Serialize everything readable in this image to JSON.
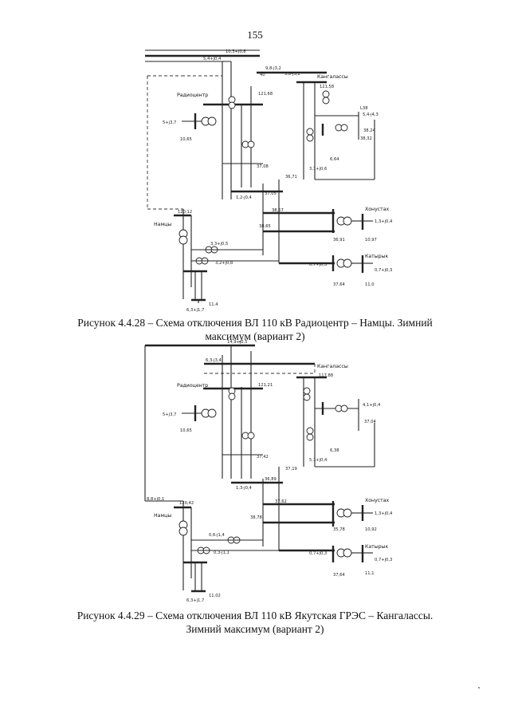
{
  "page_number": "155",
  "figures": [
    {
      "caption_line1": "Рисунок 4.4.28 – Схема отключения ВЛ 110 кВ Радиоцентр – Намцы. Зимний",
      "caption_line2": "максимум (вариант 2)",
      "labels": {
        "radiocenter": "Радиоцентр",
        "kangalassy": "Кангалассы",
        "namtsy": "Намцы",
        "khonustakh": "Хонустах",
        "katyryk": "Катырык"
      },
      "values": {
        "top_flow_1": "10,3+j0,8",
        "top_flow_2": "5,4+j0,4",
        "line_flow_a": "9,8-j3,2",
        "line_flow_b": "9,8-j3,2",
        "n40": "40",
        "kang_v": "121,58",
        "rad_v": "121,68",
        "rad_load": "5+j3,7",
        "rad_small": "10,65",
        "l38": "L38",
        "kang_load": "5,4-j4,3",
        "kang_v2": "38,24",
        "kang_v3": "38,32",
        "kang_low": "6,64",
        "kang_s": "3,1+j0,6",
        "v_37": "37,08",
        "v_36": "36,71",
        "v_37b": "37,05",
        "flow_mid": "1,2-j0,4",
        "v_38": "38,57",
        "v_38b": "38,65",
        "khon_load": "1,3+j0,4",
        "khon_v": "10,97",
        "khon_v2": "36,91",
        "namtsy_v": "120,12",
        "katyr_load": "0,7+j0,3",
        "katyr_v": "37,64",
        "katyr_low": "11,0",
        "nam_flow": "3,3+j0,5",
        "nam_flow2": "3,2+j0,8",
        "nam_load": "6,3+j1,7",
        "nam_v": "11,4",
        "flow_bot": "0,7+j0,3"
      }
    },
    {
      "caption_line1": "Рисунок 4.4.29 – Схема отключения ВЛ 110 кВ Якутская ГРЭС – Кангалассы.",
      "caption_line2": "Зимний максимум (вариант 2)",
      "labels": {
        "radiocenter": "Радиоцентр",
        "kangalassy": "Кангалассы",
        "namtsy": "Намцы",
        "khonustakh": "Хонустах",
        "katyryk": "Катырык"
      },
      "values": {
        "top_flow_1": "14,9+j2,5",
        "top_flow_2": "6,3-j3,4",
        "kang_v": "117,88",
        "rad_v": "121,21",
        "rad_load": "5+j3,7",
        "rad_small": "10,65",
        "kang_load": "4,1+j0,4",
        "kang_v2": "37,04",
        "kang_low": "6,38",
        "kang_s": "5,1+j0,4",
        "v_37": "37,42",
        "v_37b": "37,19",
        "v_36": "36,89",
        "v_37c": "37,62",
        "flow_mid": "1,3-j0,4",
        "v_38": "38,78",
        "khon_load": "1,3+j0,4",
        "khon_v": "10,92",
        "khon_v2": "35,78",
        "namtsy_flow": "8,8+j0,1",
        "namtsy_v": "120,42",
        "katyr_load": "0,7+j0,3",
        "katyr_v": "37,64",
        "katyr_low": "11,1",
        "nam_flow": "0,6-j1,4",
        "nam_flow2": "0,3-j1,1",
        "nam_load": "6,3+j1,7",
        "nam_v": "11,02",
        "flow_bot": "0,7+j0,3"
      }
    }
  ]
}
